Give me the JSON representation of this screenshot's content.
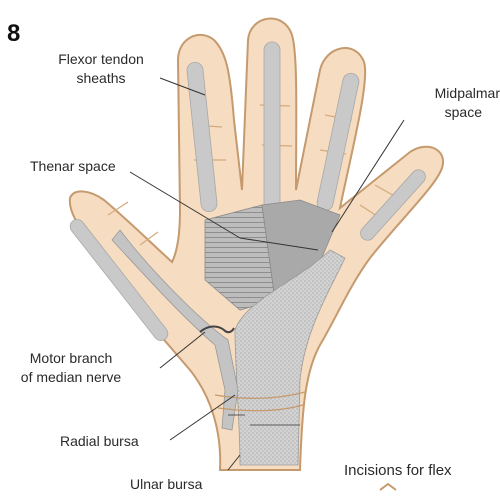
{
  "figure": {
    "number": "8",
    "colors": {
      "skin": "#f6dcc0",
      "skin_outline": "#c59a6e",
      "sheath": "#c9c9c9",
      "space_hatch": "#8e8e8e",
      "bursa": "#d0d0d0",
      "leader": "#333333"
    },
    "labels": {
      "flexor_tendon_sheaths": [
        "Flexor tendon",
        "sheaths"
      ],
      "midpalmar_space": [
        "Midpalmar",
        "space"
      ],
      "thenar_space": "Thenar space",
      "motor_branch": [
        "Motor branch",
        "of median nerve"
      ],
      "radial_bursa": "Radial bursa",
      "ulnar_bursa": "Ulnar bursa",
      "incisions_caption": "Incisions for flex"
    }
  }
}
